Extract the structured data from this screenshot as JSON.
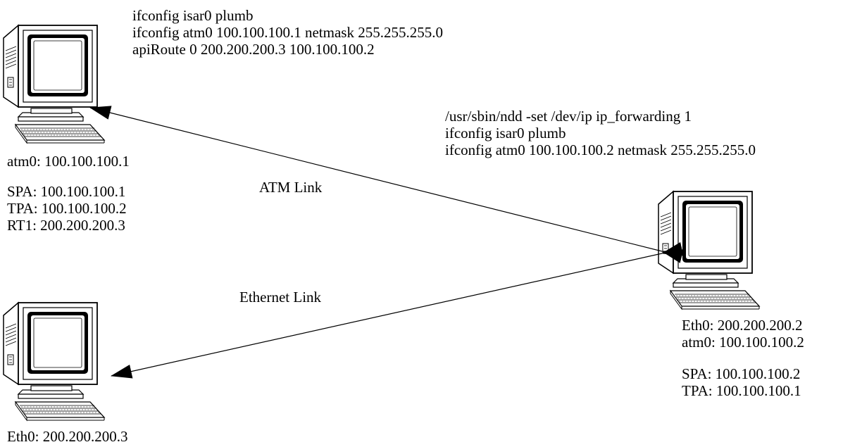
{
  "colors": {
    "ink": "#000000",
    "screen": "#000000",
    "background": "#ffffff"
  },
  "nodes": {
    "host_top_left": {
      "icon": "computer-icon",
      "commands": [
        "ifconfig isar0 plumb",
        "ifconfig atm0 100.100.100.1 netmask 255.255.255.0",
        "apiRoute 0 200.200.200.3 100.100.100.2"
      ],
      "interface": "atm0: 100.100.100.1",
      "addresses": [
        "SPA: 100.100.100.1",
        "TPA: 100.100.100.2",
        "RT1: 200.200.200.3"
      ]
    },
    "host_right": {
      "icon": "computer-icon",
      "commands": [
        "/usr/sbin/ndd -set /dev/ip ip_forwarding 1",
        "ifconfig isar0 plumb",
        "ifconfig atm0 100.100.100.2 netmask 255.255.255.0"
      ],
      "interfaces": [
        "Eth0: 200.200.200.2",
        "atm0: 100.100.100.2"
      ],
      "addresses": [
        "SPA: 100.100.100.2",
        "TPA: 100.100.100.1"
      ]
    },
    "host_bottom_left": {
      "icon": "computer-icon",
      "interface": "Eth0: 200.200.200.3"
    }
  },
  "links": {
    "atm": {
      "label": "ATM Link"
    },
    "ethernet": {
      "label": "Ethernet Link"
    }
  }
}
